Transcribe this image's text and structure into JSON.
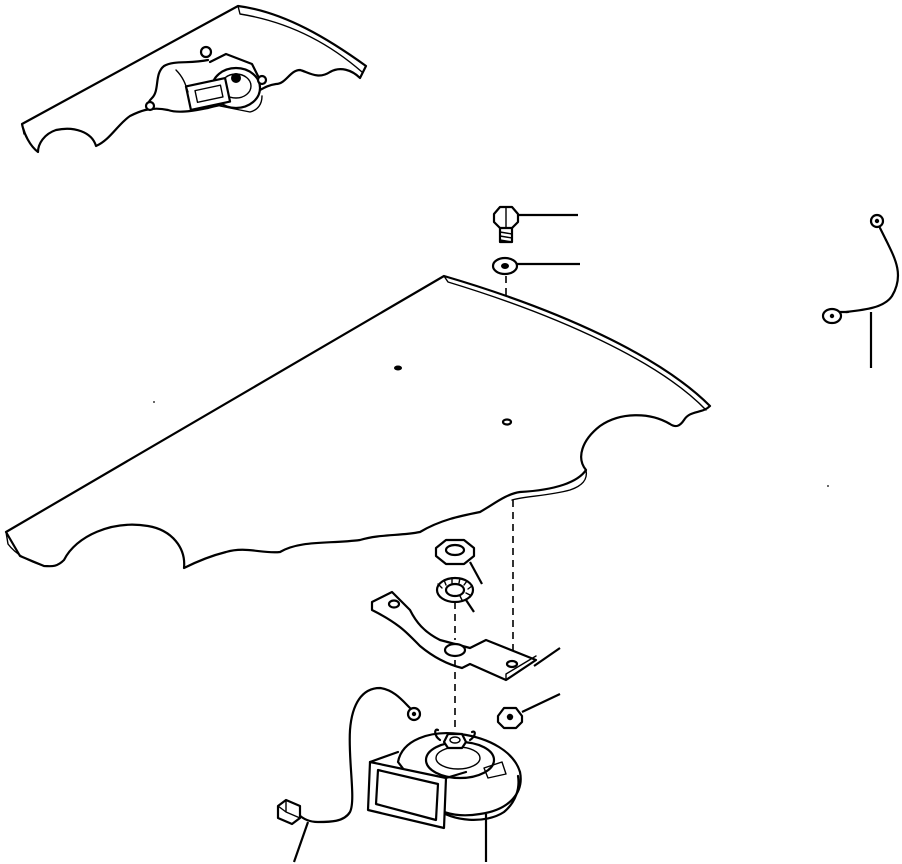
{
  "diagram": {
    "parts": [
      {
        "name": "inset-view",
        "icon": "horn-assembly-inset-icon"
      },
      {
        "name": "mounting-bolt",
        "icon": "bolt-icon"
      },
      {
        "name": "bolt-washer",
        "icon": "washer-icon"
      },
      {
        "name": "floor-plate",
        "icon": "floor-plate-icon"
      },
      {
        "name": "ground-wire",
        "icon": "wire-harness-icon"
      },
      {
        "name": "hex-nut",
        "icon": "hex-nut-icon"
      },
      {
        "name": "lock-washer",
        "icon": "lock-washer-icon"
      },
      {
        "name": "horn-bracket",
        "icon": "bracket-icon"
      },
      {
        "name": "flange-nut",
        "icon": "nut-icon"
      },
      {
        "name": "horn",
        "icon": "horn-icon"
      },
      {
        "name": "horn-wire",
        "icon": "wire-connector-icon"
      }
    ]
  }
}
